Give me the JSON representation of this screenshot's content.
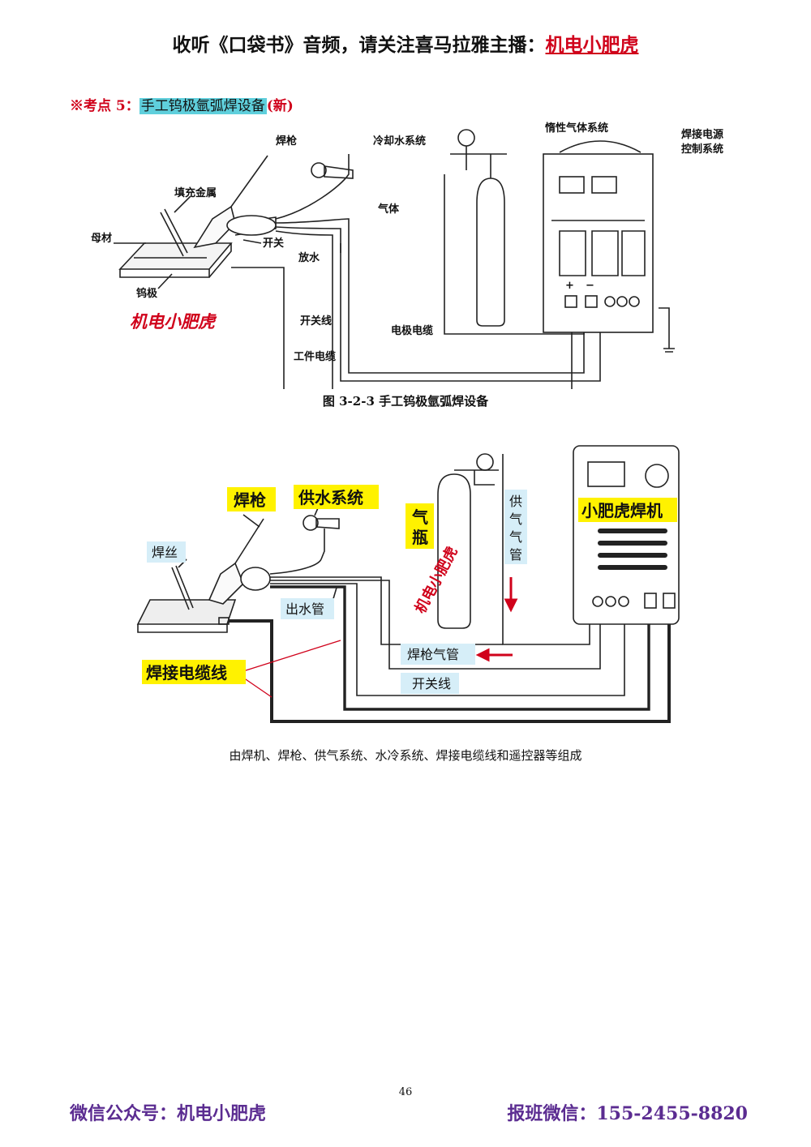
{
  "header": {
    "prefix": "收听《口袋书》音频，请关注喜马拉雅主播：",
    "brand": "机电小肥虎"
  },
  "section": {
    "marker": "※考点 5：",
    "title": "手工钨极氩弧焊设备",
    "tag": "(新)"
  },
  "figure1": {
    "labels": {
      "torch": "焊枪",
      "cooling": "冷却水系统",
      "inert_gas": "惰性气体系统",
      "power1": "焊接电源",
      "power2": "控制系统",
      "filler": "填充金属",
      "gas": "气体",
      "base": "母材",
      "switch": "开关",
      "drain": "放水",
      "tungsten": "钨极",
      "watermark": "机电小肥虎",
      "switch_line": "开关线",
      "electrode_cable": "电极电缆",
      "work_cable": "工件电缆",
      "plus": "+",
      "minus": "−"
    },
    "caption": "图 3-2-3    手工钨极氩弧焊设备"
  },
  "figure2": {
    "labels": {
      "torch": "焊枪",
      "water_supply": "供水系统",
      "gas_bottle_1": "气",
      "gas_bottle_2": "瓶",
      "gas_pipe": [
        "供",
        "气",
        "气",
        "管"
      ],
      "machine": "小肥虎焊机",
      "wire": "焊丝",
      "outlet": "出水管",
      "torch_gas": "焊枪气管",
      "cable": "焊接电缆线",
      "switch_line": "开关线",
      "watermark": "机电小肥虎"
    },
    "caption": "由焊机、焊枪、供气系统、水冷系统、焊接电缆线和遥控器等组成"
  },
  "page_number": "46",
  "footer": {
    "left": "微信公众号：机电小肥虎",
    "right": "报班微信：155-2455-8820"
  },
  "colors": {
    "brand_red": "#d0021b",
    "highlight_cyan": "#5fcfdc",
    "label_yellow": "#fff200",
    "label_blue": "#d6eef8",
    "footer_purple": "#5b2c91"
  }
}
